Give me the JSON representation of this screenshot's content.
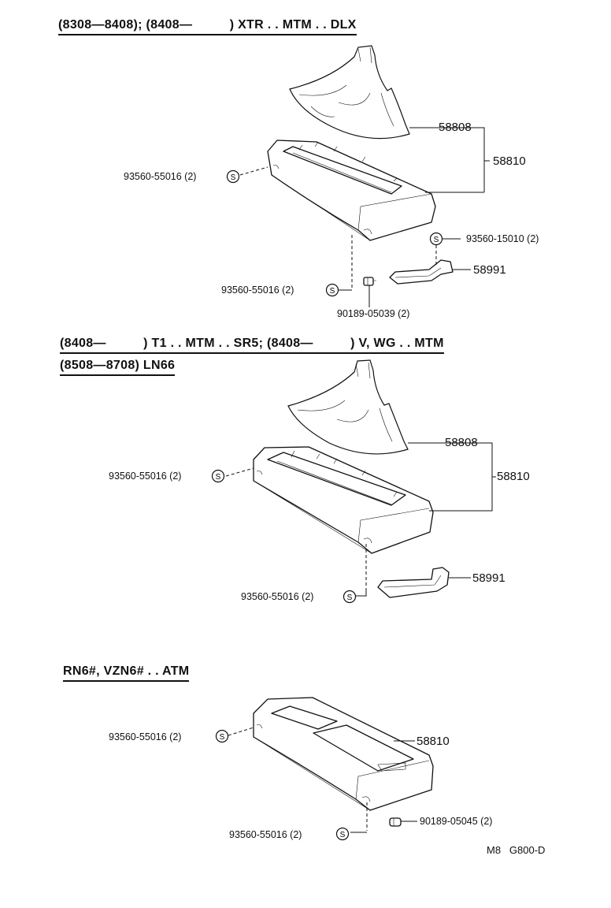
{
  "sections": [
    {
      "header": "(8308—8408); (8408—          ) XTR . . MTM . . DLX",
      "parts": {
        "boot": "58808",
        "console": "58810",
        "clip_left": "93560-55016 (2)",
        "clip_lower": "93560-55016 (2)",
        "screw_bracket": "93560-15010 (2)",
        "bracket": "58991",
        "nut": "90189-05039 (2)"
      }
    },
    {
      "header": "(8408—          ) T1 . . MTM . . SR5; (8408—          ) V, WG . . MTM",
      "header2": "(8508—8708) LN66",
      "parts": {
        "boot": "58808",
        "console": "58810",
        "clip_left": "93560-55016 (2)",
        "clip_lower": "93560-55016 (2)",
        "bracket": "58991"
      }
    },
    {
      "header": "RN6#, VZN6# . . ATM",
      "parts": {
        "console": "58810",
        "clip_left": "93560-55016 (2)",
        "clip_lower": "93560-55016 (2)",
        "nut": "90189-05045 (2)"
      }
    }
  ],
  "symbol_letter": "S",
  "footer_code": "M8   G800-D"
}
